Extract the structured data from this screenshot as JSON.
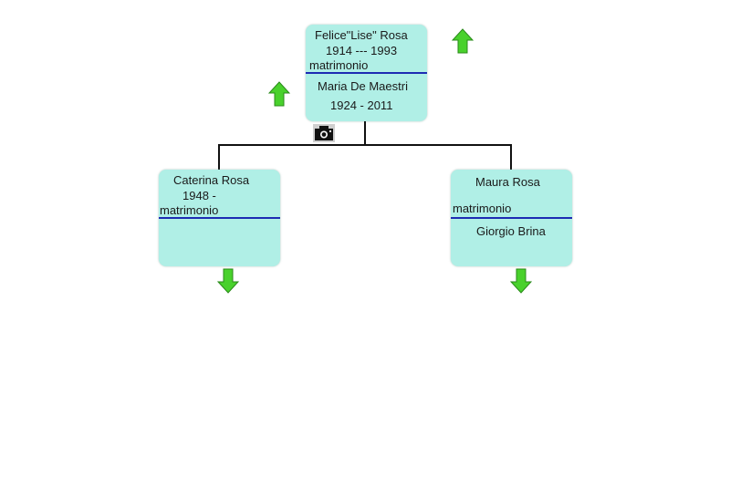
{
  "colors": {
    "box_fill": "#b0efe6",
    "separator": "#1d2bb3",
    "connector": "#111111",
    "arrow_fill": "#49d12c",
    "arrow_stroke": "#2a8a1a"
  },
  "icons": {
    "up": "arrow-up-icon",
    "down": "arrow-down-icon",
    "camera": "camera-icon"
  },
  "root": {
    "name": "Felice\"Lise\" Rosa",
    "dates": "1914 --- 1993",
    "marriage_label": "matrimonio",
    "spouse_name": "Maria De Maestri",
    "spouse_dates": "1924 - 2011"
  },
  "children": [
    {
      "name": "Caterina Rosa",
      "dates": "1948 -",
      "marriage_label": "matrimonio",
      "spouse_name": ""
    },
    {
      "name": "Maura Rosa",
      "dates": "",
      "marriage_label": "matrimonio",
      "spouse_name": "Giorgio Brina"
    }
  ]
}
